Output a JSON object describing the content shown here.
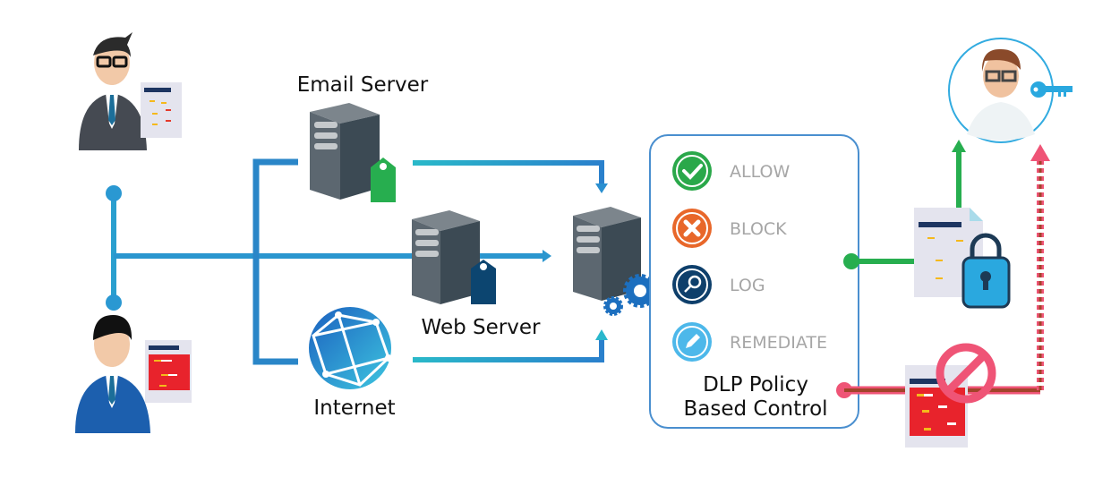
{
  "labels": {
    "email_server": "Email Server",
    "web_server": "Web Server",
    "internet": "Internet",
    "policy_title_1": "DLP Policy",
    "policy_title_2": "Based Control"
  },
  "policy_actions": [
    {
      "label": "ALLOW",
      "icon": "check-icon",
      "color": "#2aa84a"
    },
    {
      "label": "BLOCK",
      "icon": "x-icon",
      "color": "#e8672a"
    },
    {
      "label": "LOG",
      "icon": "magnifier-icon",
      "color": "#0e3f6b"
    },
    {
      "label": "REMEDIATE",
      "icon": "pencil-icon",
      "color": "#4db8ea"
    }
  ],
  "colors": {
    "flow_blue": "#2a8fd0",
    "flow_teal": "#2ab7cc",
    "allow_green": "#27ae4f",
    "block_red": "#ef5476",
    "block_brown": "#a2442a",
    "box_border": "#4a8fcf"
  },
  "nodes": {
    "sender_top": "user-with-document",
    "sender_bottom": "user-with-sensitive-document",
    "recipient": "authorized-user-with-key",
    "allowed_doc": "encrypted-document",
    "blocked_doc": "blocked-document"
  }
}
